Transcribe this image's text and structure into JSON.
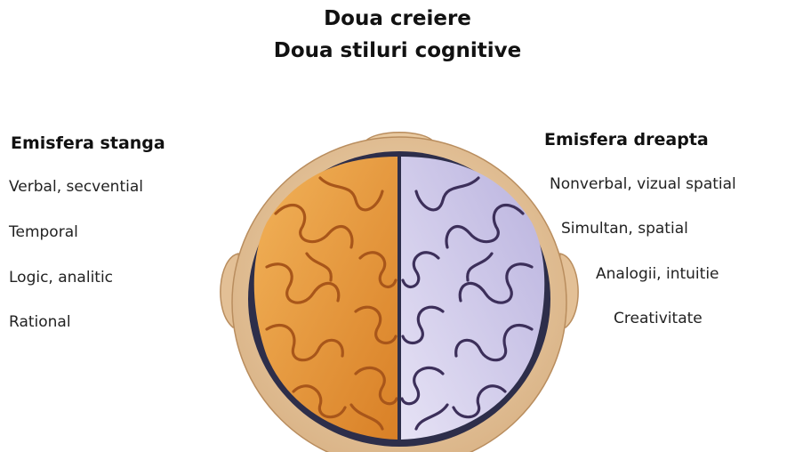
{
  "title_line1": "Doua creiere",
  "title_line2": "Doua stiluri cognitive",
  "left": {
    "heading": "Emisfera stanga",
    "items": [
      "Verbal, secvential",
      "Temporal",
      "Logic, analitic",
      "Rational"
    ]
  },
  "right": {
    "heading": "Emisfera dreapta",
    "items": [
      "Nonverbal, vizual spatial",
      "Simultan, spatial",
      "Analogii, intuitie",
      "Creativitate"
    ]
  },
  "colors": {
    "skin": "#e8c9a0",
    "left_hemisphere": "#e89a3c",
    "right_hemisphere": "#c9c3e6",
    "gap": "#2d2e4a"
  },
  "icons": [
    "head-top-view",
    "brain-left-hemisphere",
    "brain-right-hemisphere"
  ]
}
